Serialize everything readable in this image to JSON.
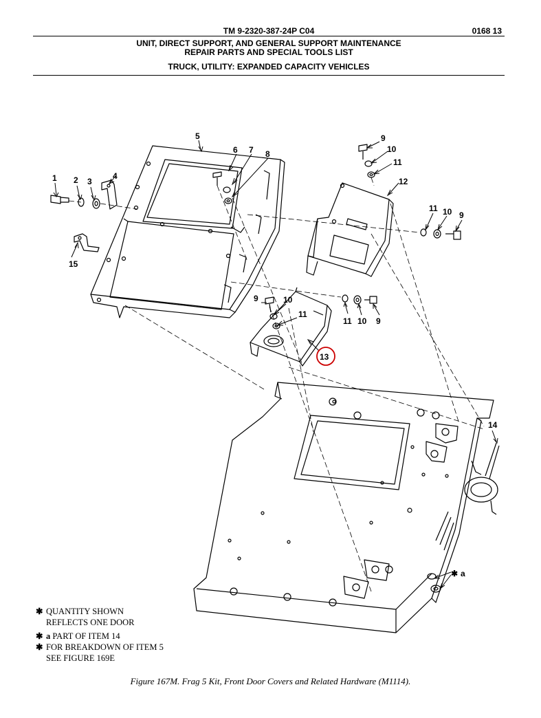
{
  "header": {
    "tm_number": "TM 9-2320-387-24P  C04",
    "page_number": "0168 13",
    "title_line1": "UNIT, DIRECT SUPPORT, AND GENERAL SUPPORT MAINTENANCE",
    "title_line2": "REPAIR PARTS AND SPECIAL TOOLS LIST",
    "subtitle": "TRUCK, UTILITY: EXPANDED CAPACITY VEHICLES"
  },
  "callouts": {
    "c1": "1",
    "c2": "2",
    "c3": "3",
    "c4": "4",
    "c5": "5",
    "c6": "6",
    "c7": "7",
    "c8": "8",
    "c9a": "9",
    "c10a": "10",
    "c11a": "11",
    "c12": "12",
    "c11b": "11",
    "c10b": "10",
    "c9b": "9",
    "c9c": "9",
    "c10c": "10",
    "c11c": "11",
    "c11d": "11",
    "c10d": "10",
    "c9d": "9",
    "c13": "13",
    "c14": "14",
    "c15": "15",
    "ca": "a"
  },
  "highlight_color": "#cc0000",
  "notes": {
    "n1_line1": "QUANTITY SHOWN",
    "n1_line2": "REFLECTS ONE DOOR",
    "n2_prefix": "a",
    "n2_text": "PART OF ITEM 14",
    "n3_line1": "FOR BREAKDOWN OF ITEM 5",
    "n3_line2": "SEE FIGURE 169E",
    "star": "✱"
  },
  "caption": "Figure 167M.  Frag 5 Kit, Front Door Covers and Related Hardware (M1114)."
}
